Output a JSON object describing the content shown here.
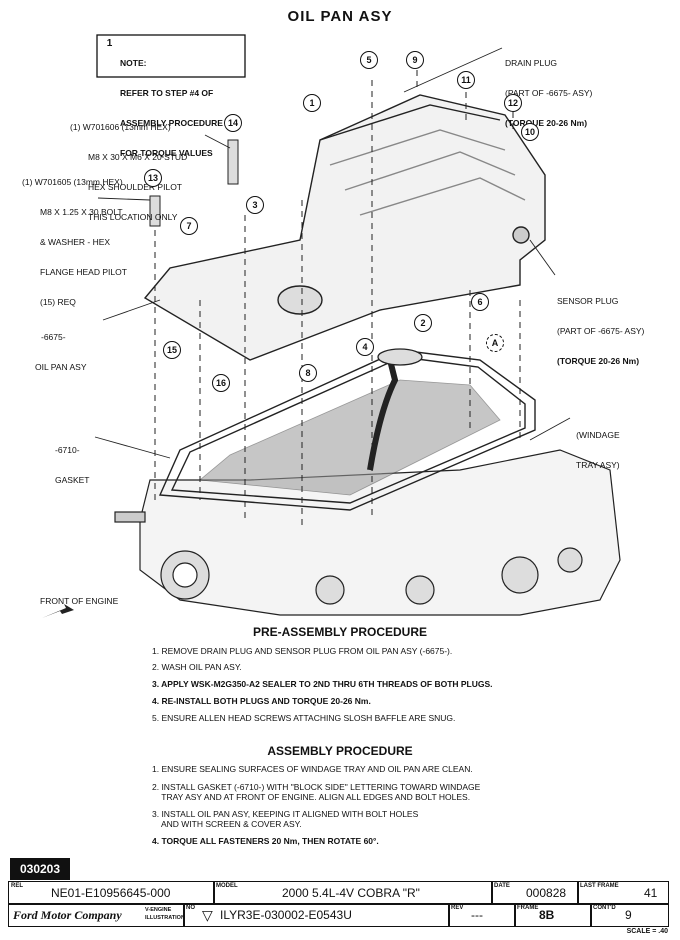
{
  "title": "OIL PAN ASY",
  "note": {
    "marker": "1",
    "label": "NOTE:",
    "lines": [
      "REFER TO STEP #4 OF",
      "ASSEMBLY PROCEDURE",
      "FOR TORQUE VALUES"
    ]
  },
  "callouts": {
    "stud": {
      "marker": "1",
      "lines": [
        "W701606 (13mm HEX)",
        "M8 X 30 X M6 X 20 STUD",
        "HEX SHOULDER PILOT",
        "THIS LOCATION ONLY"
      ]
    },
    "bolt": {
      "marker": "1",
      "lines": [
        "W701605 (13mm HEX)",
        "M8 X 1.25 X 30 BOLT",
        "& WASHER - HEX",
        "FLANGE HEAD PILOT",
        "(15) REQ"
      ]
    },
    "drain_plug": {
      "lines": [
        "DRAIN PLUG",
        "(PART OF -6675- ASY)",
        "(TORQUE 20-26 Nm)"
      ]
    },
    "sensor_plug": {
      "lines": [
        "SENSOR PLUG",
        "(PART OF -6675- ASY)",
        "(TORQUE 20-26 Nm)"
      ]
    },
    "oil_pan": {
      "lines": [
        "-6675-",
        "OIL PAN ASY"
      ]
    },
    "gasket": {
      "lines": [
        "-6710-",
        "GASKET"
      ]
    },
    "windage": {
      "lines": [
        "(WINDAGE",
        "TRAY ASY)"
      ]
    },
    "front": "FRONT OF ENGINE",
    "letter_a": "A"
  },
  "numbers": [
    "1",
    "2",
    "3",
    "4",
    "5",
    "6",
    "7",
    "8",
    "9",
    "10",
    "11",
    "12",
    "13",
    "14",
    "15",
    "16"
  ],
  "pre_assembly": {
    "title": "PRE-ASSEMBLY PROCEDURE",
    "steps": [
      "1. REMOVE DRAIN PLUG AND SENSOR PLUG FROM OIL PAN ASY (-6675-).",
      "2. WASH OIL PAN ASY.",
      "3. APPLY WSK-M2G350-A2 SEALER TO 2ND THRU 6TH THREADS OF BOTH PLUGS.",
      "4. RE-INSTALL BOTH PLUGS AND TORQUE 20-26 Nm.",
      "5. ENSURE ALLEN HEAD SCREWS ATTACHING SLOSH BAFFLE ARE SNUG."
    ]
  },
  "assembly": {
    "title": "ASSEMBLY PROCEDURE",
    "steps": [
      "1. ENSURE SEALING SURFACES OF WINDAGE TRAY AND OIL PAN ARE CLEAN.",
      "2. INSTALL GASKET (-6710-) WITH \"BLOCK SIDE\" LETTERING TOWARD WINDAGE",
      "    TRAY ASY AND AT FRONT OF ENGINE. ALIGN ALL EDGES AND BOLT HOLES.",
      "3. INSTALL OIL PAN ASY, KEEPING IT ALIGNED WITH BOLT HOLES",
      "    AND WITH SCREEN & COVER ASY.",
      "4. TORQUE ALL FASTENERS 20 Nm, THEN ROTATE 60°."
    ]
  },
  "title_block": {
    "badge": "030203",
    "rel_label": "REL",
    "rel_value": "NE01-E10956645-000",
    "model_label": "MODEL",
    "model_value": "2000 5.4L-4V COBRA \"R\"",
    "date_label": "DATE",
    "date_value": "000828",
    "last_frame_label": "LAST FRAME",
    "last_frame_value": "41",
    "brand": "Ford Motor Company",
    "brand_sub": [
      "V-ENGINE",
      "ILLUSTRATION"
    ],
    "no_label": "NO",
    "no_value": "ILYR3E-030002-E0543U",
    "rev_label": "REV",
    "rev_value": "---",
    "frame_label": "FRAME",
    "frame_value": "8B",
    "contd_label": "CONT'D",
    "contd_value": "9",
    "scale": "SCALE = .40"
  }
}
